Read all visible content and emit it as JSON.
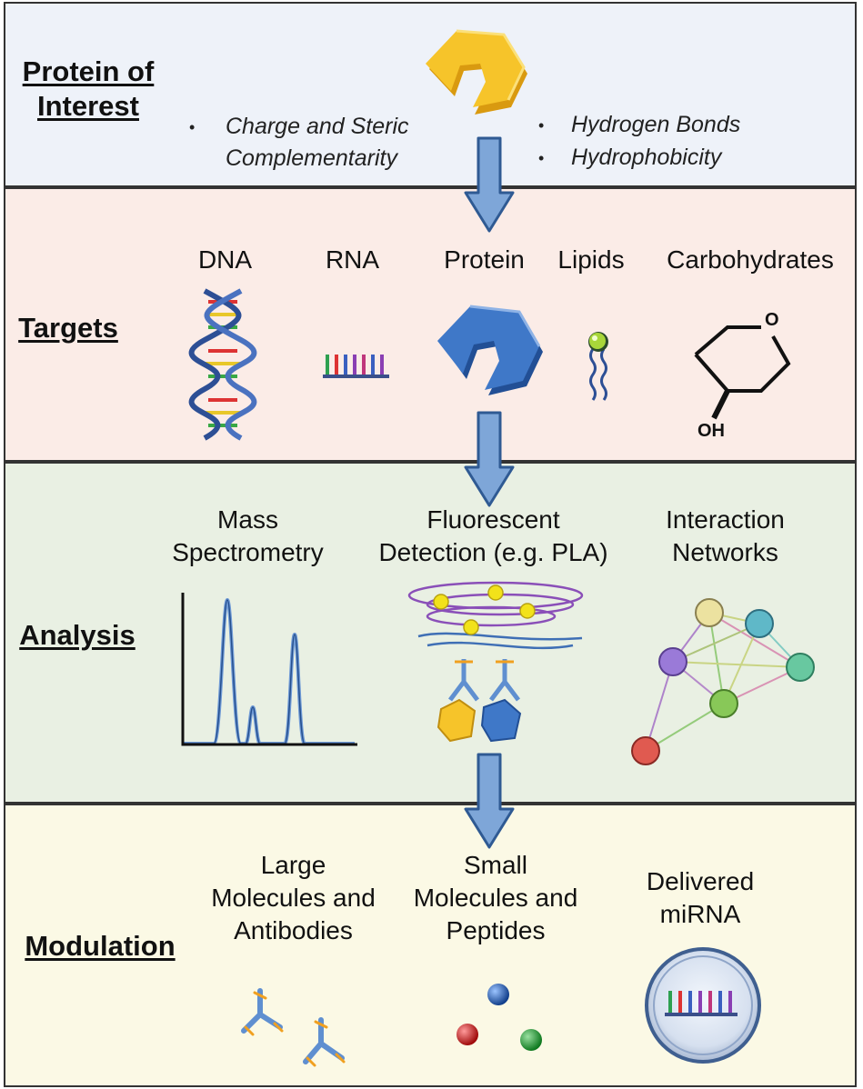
{
  "sections": {
    "protein": {
      "title_line1": "Protein of",
      "title_line2": "Interest",
      "bullets_left": [
        "Charge and Steric",
        "Complementarity"
      ],
      "bullets_right": [
        "Hydrogen  Bonds",
        "Hydrophobicity"
      ]
    },
    "targets": {
      "title": "Targets",
      "items": [
        "DNA",
        "RNA",
        "Protein",
        "Lipids",
        "Carbohydrates"
      ],
      "carb_o": "O",
      "carb_oh": "OH"
    },
    "analysis": {
      "title": "Analysis",
      "ms_line1": "Mass",
      "ms_line2": "Spectrometry",
      "fl_line1": "Fluorescent",
      "fl_line2": "Detection (e.g. PLA)",
      "in_line1": "Interaction",
      "in_line2": "Networks"
    },
    "modulation": {
      "title": "Modulation",
      "large_line1": "Large",
      "large_line2": "Molecules and",
      "large_line3": "Antibodies",
      "small_line1": "Small",
      "small_line2": "Molecules and",
      "small_line3": "Peptides",
      "mirna_line1": "Delivered",
      "mirna_line2": "miRNA"
    }
  },
  "colors": {
    "arrow_fill": "#7ea6d8",
    "arrow_stroke": "#2f5a93",
    "protein_yellow": "#f2b91e",
    "protein_blue": "#3f78c8"
  }
}
